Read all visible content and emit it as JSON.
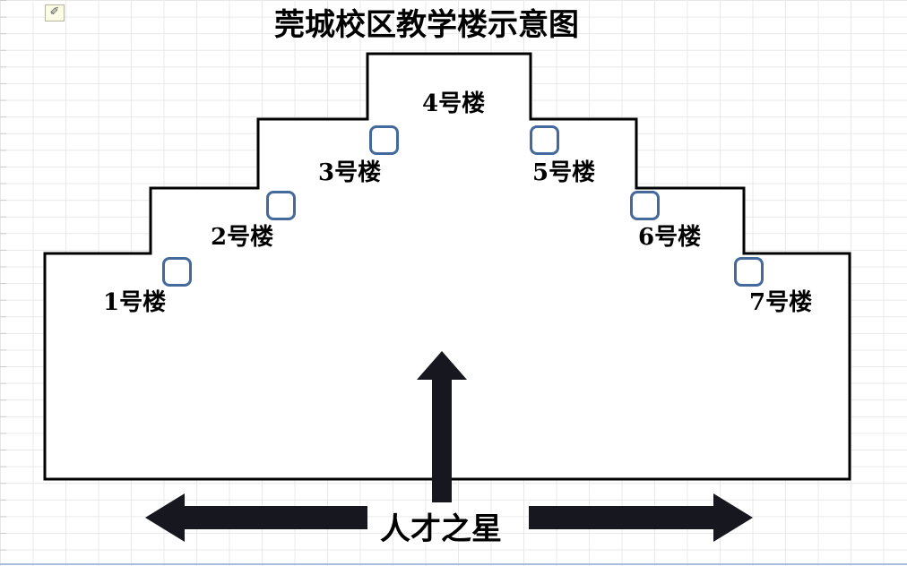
{
  "title": "莞城校区教学楼示意图",
  "road": {
    "label": "人才之星"
  },
  "buildings": [
    {
      "label": "1号楼"
    },
    {
      "label": "2号楼"
    },
    {
      "label": "3号楼"
    },
    {
      "label": "4号楼"
    },
    {
      "label": "5号楼"
    },
    {
      "label": "6号楼"
    },
    {
      "label": "7号楼"
    }
  ],
  "icons": [
    {
      "name": "object-anchor-icon",
      "glyph": "✐"
    }
  ],
  "colors": {
    "outline": "#000000",
    "marker_border": "#44699c",
    "arrow_fill": "#17171f",
    "grid_line": "#e8e8e8",
    "bottom_edge": "#a9bedf"
  }
}
